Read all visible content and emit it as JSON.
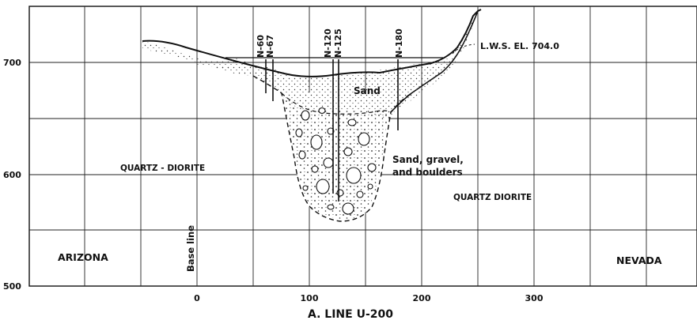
{
  "figure": {
    "title": "A. LINE U-200",
    "y_axis_ticks": [
      "700",
      "600",
      "500"
    ],
    "x_axis_ticks": [
      "0",
      "100",
      "200",
      "300"
    ],
    "drill_holes": [
      "N-60",
      "N-67",
      "N-120",
      "N-125",
      "N-180"
    ],
    "water_level_label": "L.W.S. EL. 704.0",
    "labels": {
      "sand": "Sand",
      "fill_line1": "Sand, gravel,",
      "fill_line2": "and boulders",
      "rock_left": "QUARTZ - DIORITE",
      "rock_right": "QUARTZ DIORITE",
      "state_left": "ARIZONA",
      "state_right": "NEVADA",
      "base_line": "Base line"
    }
  }
}
